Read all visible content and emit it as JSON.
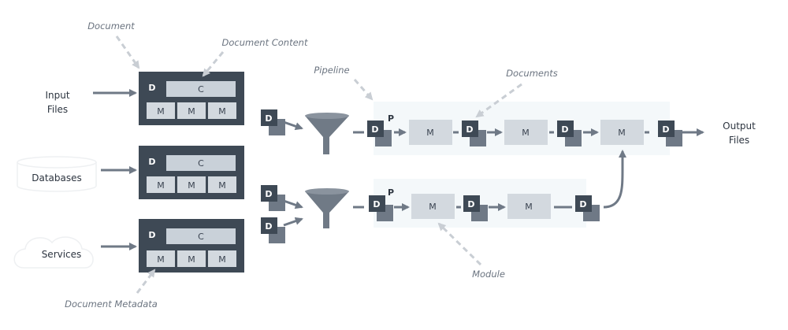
{
  "inputs": {
    "input_files": [
      "Input",
      "Files"
    ],
    "databases": "Databases",
    "services": "Services"
  },
  "document_letters": {
    "doc": "D",
    "content": "C",
    "meta": "M",
    "pipeline": "P",
    "module": "M"
  },
  "annotations": {
    "document": "Document",
    "document_content": "Document Content",
    "pipeline": "Pipeline",
    "documents": "Documents",
    "module": "Module",
    "document_metadata": "Document Metadata"
  },
  "outputs": {
    "output_files": [
      "Output",
      "Files"
    ]
  },
  "colors": {
    "doc_card": "#3e4955",
    "content_box": "#c9d1d9",
    "module_box": "#d3d9df",
    "pipeline_bg": "#f4f8fa",
    "arrow": "#6f7986",
    "annotation_dash": "#c9ced4"
  }
}
